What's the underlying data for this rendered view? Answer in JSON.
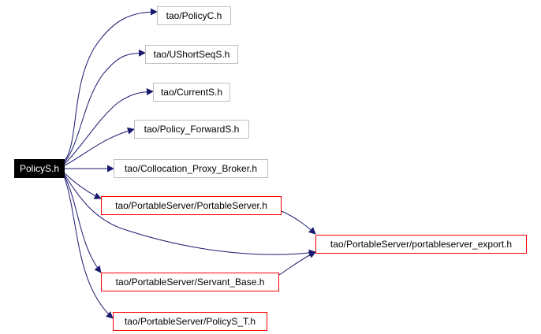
{
  "graph": {
    "root": {
      "label": "PolicyS.h"
    },
    "nodes": [
      {
        "id": "policyc",
        "label": "tao/PolicyC.h",
        "border": "gray"
      },
      {
        "id": "ushortseqs",
        "label": "tao/UShortSeqS.h",
        "border": "gray"
      },
      {
        "id": "currents",
        "label": "tao/CurrentS.h",
        "border": "gray"
      },
      {
        "id": "policyforwards",
        "label": "tao/Policy_ForwardS.h",
        "border": "gray"
      },
      {
        "id": "collocation",
        "label": "tao/Collocation_Proxy_Broker.h",
        "border": "gray"
      },
      {
        "id": "portableserver",
        "label": "tao/PortableServer/PortableServer.h",
        "border": "red"
      },
      {
        "id": "export",
        "label": "tao/PortableServer/portableserver_export.h",
        "border": "red"
      },
      {
        "id": "servantbase",
        "label": "tao/PortableServer/Servant_Base.h",
        "border": "red"
      },
      {
        "id": "policyst",
        "label": "tao/PortableServer/PolicyS_T.h",
        "border": "red"
      }
    ],
    "edges": [
      {
        "from": "root",
        "to": "policyc"
      },
      {
        "from": "root",
        "to": "ushortseqs"
      },
      {
        "from": "root",
        "to": "currents"
      },
      {
        "from": "root",
        "to": "policyforwards"
      },
      {
        "from": "root",
        "to": "collocation"
      },
      {
        "from": "root",
        "to": "portableserver"
      },
      {
        "from": "root",
        "to": "export"
      },
      {
        "from": "root",
        "to": "servantbase"
      },
      {
        "from": "root",
        "to": "policyst"
      },
      {
        "from": "portableserver",
        "to": "export"
      },
      {
        "from": "servantbase",
        "to": "export"
      }
    ],
    "colors": {
      "edge": "#191970",
      "root_fill": "#000000",
      "gray_border": "#bfbfbf",
      "red_border": "#ff0000"
    }
  }
}
